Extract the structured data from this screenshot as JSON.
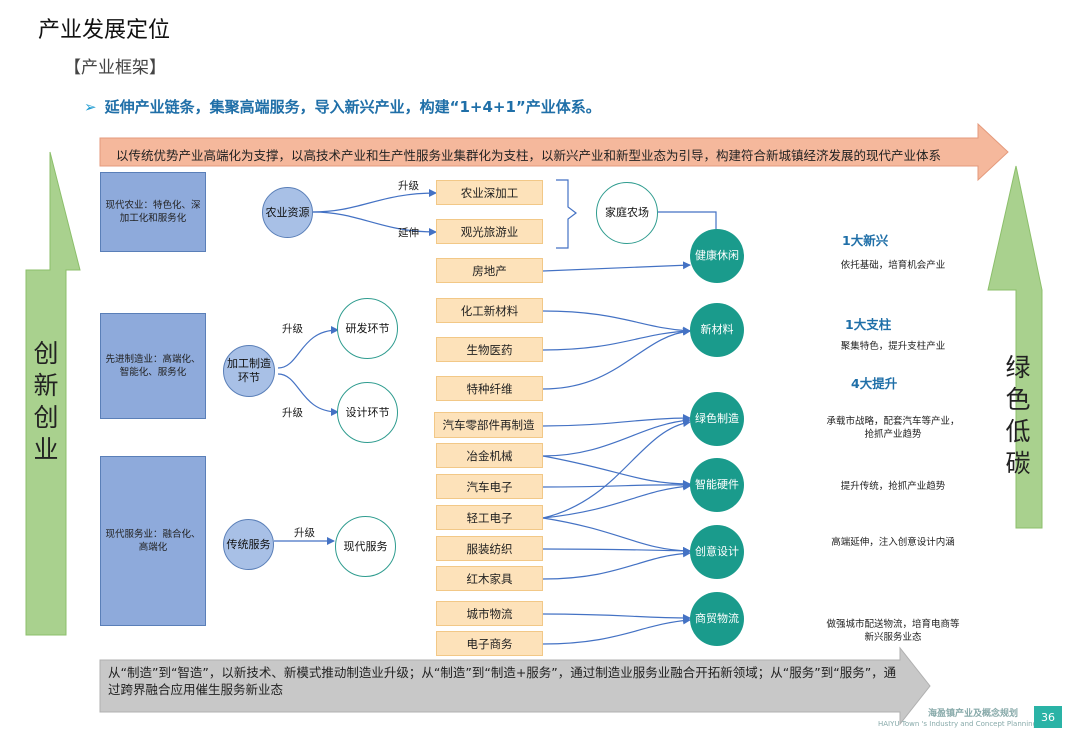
{
  "header": {
    "title": "产业发展定位",
    "subtitle": "【产业框架】",
    "tagline_bullet": "➢",
    "tagline": "延伸产业链条，集聚高端服务，导入新兴产业，构建“1+4+1”产业体系。"
  },
  "banner": "以传统优势产业高端化为支撑，以高技术产业和生产性服务业集群化为支柱，以新兴产业和新型业态为引导，构建符合新城镇经济发展的现代产业体系",
  "bottom_banner": "从“制造”到“智造”，以新技术、新模式推动制造业升级；从“制造”到“制造+服务”，通过制造业服务业融合开拓新领域；从“服务”到“服务”，通过跨界融合应用催生服务新业态",
  "left_arrow": [
    "创",
    "新",
    "创",
    "业"
  ],
  "right_arrow": [
    "绿",
    "色",
    "低",
    "碳"
  ],
  "sectors": [
    "现代农业：特色化、深加工化和服务化",
    "先进制造业：高端化、智能化、服务化",
    "现代服务业：融合化、高端化"
  ],
  "sources": [
    "农业资源",
    "加工制造环节",
    "传统服务"
  ],
  "stages": [
    "研发环节",
    "设计环节",
    "现代服务"
  ],
  "edge_labels": {
    "ag_up": "升级",
    "ag_ext": "延伸",
    "mfg_up1": "升级",
    "mfg_up2": "升级",
    "svc_up": "升级"
  },
  "mid_circle": "家庭农场",
  "boxes": [
    "农业深加工",
    "观光旅游业",
    "房地产",
    "化工新材料",
    "生物医药",
    "特种纤维",
    "汽车零部件再制造",
    "冶金机械",
    "汽车电子",
    "轻工电子",
    "服装纺织",
    "红木家具",
    "城市物流",
    "电子商务"
  ],
  "targets": [
    "健康休闲",
    "新材料",
    "绿色制造",
    "智能硬件",
    "创意设计",
    "商贸物流"
  ],
  "categories": [
    "1大新兴",
    "1大支柱",
    "4大提升"
  ],
  "descriptions": [
    "依托基础，培育机会产业",
    "聚集特色，提升支柱产业",
    "承载市战略，配套汽车等产业，抢抓产业趋势",
    "提升传统，抢抓产业趋势",
    "高端延伸，注入创意设计内涵",
    "做强城市配送物流，培育电商等新兴服务业态"
  ],
  "footer": {
    "cn": "海盈镇产业及概念规划",
    "en": "HAIYU Town 's Industry and Concept Planning",
    "page": "36"
  },
  "colors": {
    "banner_fill": "#f5b89c",
    "side_arrow_fill": "#a9d18e",
    "bottom_fill": "#c8c8c8",
    "sector_fill": "#8eaadb",
    "box_fill": "#fde2ba",
    "target_fill": "#1a9b8c",
    "category_text": "#1f6fa8",
    "connector": "#4472c4"
  }
}
